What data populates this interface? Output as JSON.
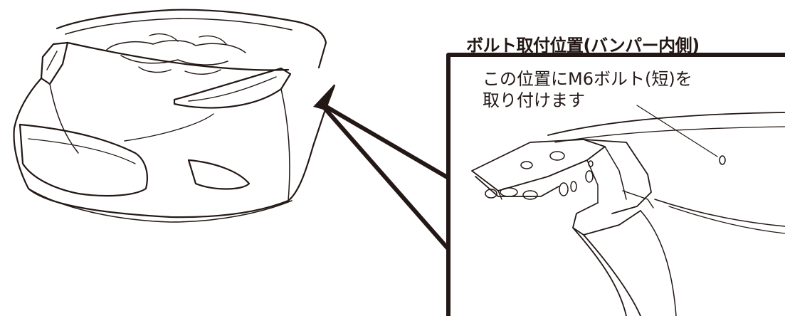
{
  "diagram": {
    "title": "ボルト取付位置(バンパー内側)",
    "note_line1": "この位置にM6ボルト(短)を",
    "note_line2": "取り付けます"
  }
}
